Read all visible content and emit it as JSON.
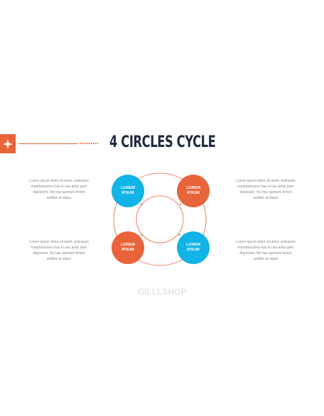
{
  "slide": {
    "title": "4 CIRCLES CYCLE",
    "watermark": "GILLLSHOP"
  },
  "circles": [
    {
      "label": "LOREM\nIPSUM",
      "color": "#12b3e6"
    },
    {
      "label": "LOREM\nIPSUM",
      "color": "#e8643a"
    },
    {
      "label": "LOREM\nIPSUM",
      "color": "#e8643a"
    },
    {
      "label": "LOREM\nIPSUM",
      "color": "#12b3e6"
    }
  ],
  "paragraphs": {
    "top_left": "Lorem ipsum dolor sit amet, antiopam mandamusieu has ei usu antio pam dignissim. No has aperiam ferent aniilies at idque",
    "top_right": "Lorem ipsum dolor sit amet, antiopam mandamusieu has ei usu antio pam dignissim. No has aperiam ferent aniilies at idque",
    "bottom_left": "Lorem ipsum dolor sit amet, antiopam mandamusieu has ei usu antio pam dignissim. No has aperiam ferent aniilies at idque",
    "bottom_right": "Lorem ipsum dolor sit amet, antiopam mandamusieu has ei usu antio pam dignissim. No has aperiam ferent aniilies at idque"
  },
  "colors": {
    "accent": "#e8643a",
    "blue": "#12b3e6",
    "title": "#1c2a40",
    "body_text": "#8a8a8a"
  },
  "icons": {
    "badge": "sparkle-icon"
  }
}
